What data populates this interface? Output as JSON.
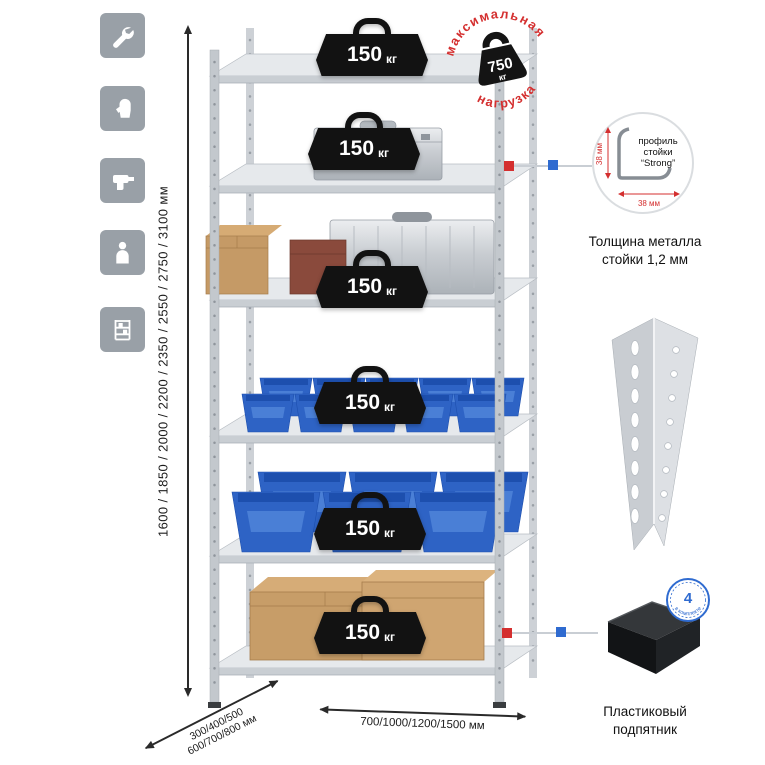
{
  "canvas": {
    "background": "#ffffff"
  },
  "palette": {
    "accent_red": "#d42f2f",
    "accent_blue": "#2f6bd0",
    "bin_blue": "#2e63c5",
    "metal_gray": "#c9cdd2",
    "icon_tile_gray": "#99a0a7"
  },
  "icons": [
    {
      "name": "wrench-icon"
    },
    {
      "name": "gloves-icon"
    },
    {
      "name": "drill-icon"
    },
    {
      "name": "person-icon"
    },
    {
      "name": "rack-icon"
    }
  ],
  "dimensions": {
    "height": "1600 / 1850 / 2000 / 2200 / 2350 / 2550 / 2750 / 3100 мм",
    "depth_line1": "300/400/500",
    "depth_line2": "600/700/800 мм",
    "width": "700/1000/1200/1500 мм"
  },
  "loads": [
    {
      "value": "150",
      "unit": "кг"
    },
    {
      "value": "150",
      "unit": "кг"
    },
    {
      "value": "150",
      "unit": "кг"
    },
    {
      "value": "150",
      "unit": "кг"
    },
    {
      "value": "150",
      "unit": "кг"
    },
    {
      "value": "150",
      "unit": "кг"
    }
  ],
  "stamp": {
    "arc_top": "максимальная",
    "arc_bottom": "нагрузка",
    "value": "750",
    "unit": "кг"
  },
  "profile": {
    "line1": "профиль",
    "line2": "стойки",
    "line3": "“Strong”",
    "dim_vertical": "38 мм",
    "dim_horizontal": "38 мм",
    "caption_line1": "Толщина металла",
    "caption_line2": "стойки 1,2 мм"
  },
  "foot": {
    "badge_value": "4",
    "badge_text": "в комплекте",
    "caption_line1": "Пластиковый",
    "caption_line2": "подпятник"
  }
}
